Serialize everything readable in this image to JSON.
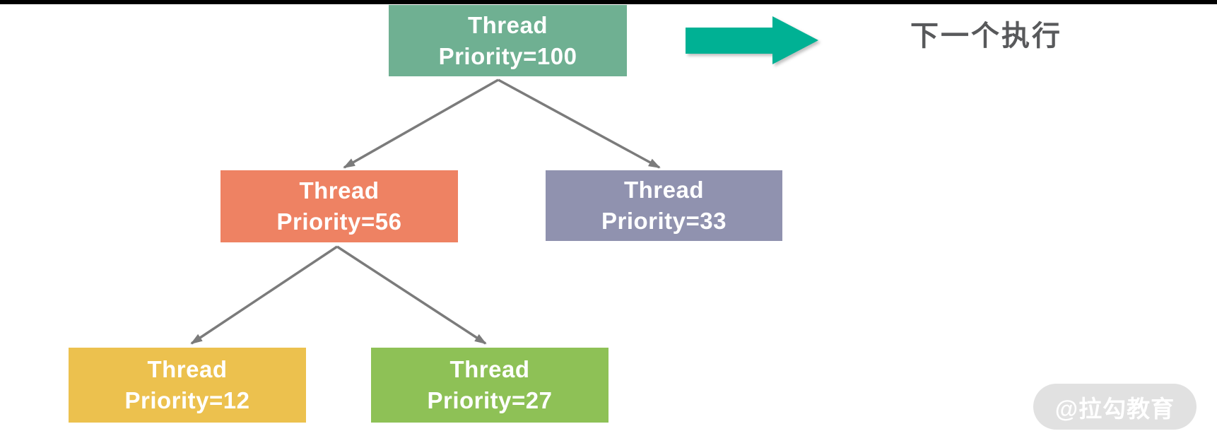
{
  "diagram": {
    "type": "tree",
    "description_labels": {
      "node_line1": "Thread"
    },
    "nodes": {
      "root": {
        "line1": "Thread",
        "line2": "Priority=100",
        "priority": 100,
        "color": "#6fb092"
      },
      "child_left": {
        "line1": "Thread",
        "line2": "Priority=56",
        "priority": 56,
        "color": "#ee8263"
      },
      "child_right": {
        "line1": "Thread",
        "line2": "Priority=33",
        "priority": 33,
        "color": "#9092af"
      },
      "grandchild_left": {
        "line1": "Thread",
        "line2": "Priority=12",
        "priority": 12,
        "color": "#ecc14e"
      },
      "grandchild_right": {
        "line1": "Thread",
        "line2": "Priority=27",
        "priority": 27,
        "color": "#8ec156"
      }
    },
    "edges": [
      [
        "root",
        "child_left"
      ],
      [
        "root",
        "child_right"
      ],
      [
        "child_left",
        "grandchild_left"
      ],
      [
        "child_left",
        "grandchild_right"
      ]
    ],
    "connectors": {
      "color": "#7b7b7b"
    }
  },
  "legend": {
    "label": "下一个执行",
    "arrow_color": "#00b194",
    "label_color": "#58595b"
  },
  "watermark": {
    "text": "@拉勾教育"
  }
}
